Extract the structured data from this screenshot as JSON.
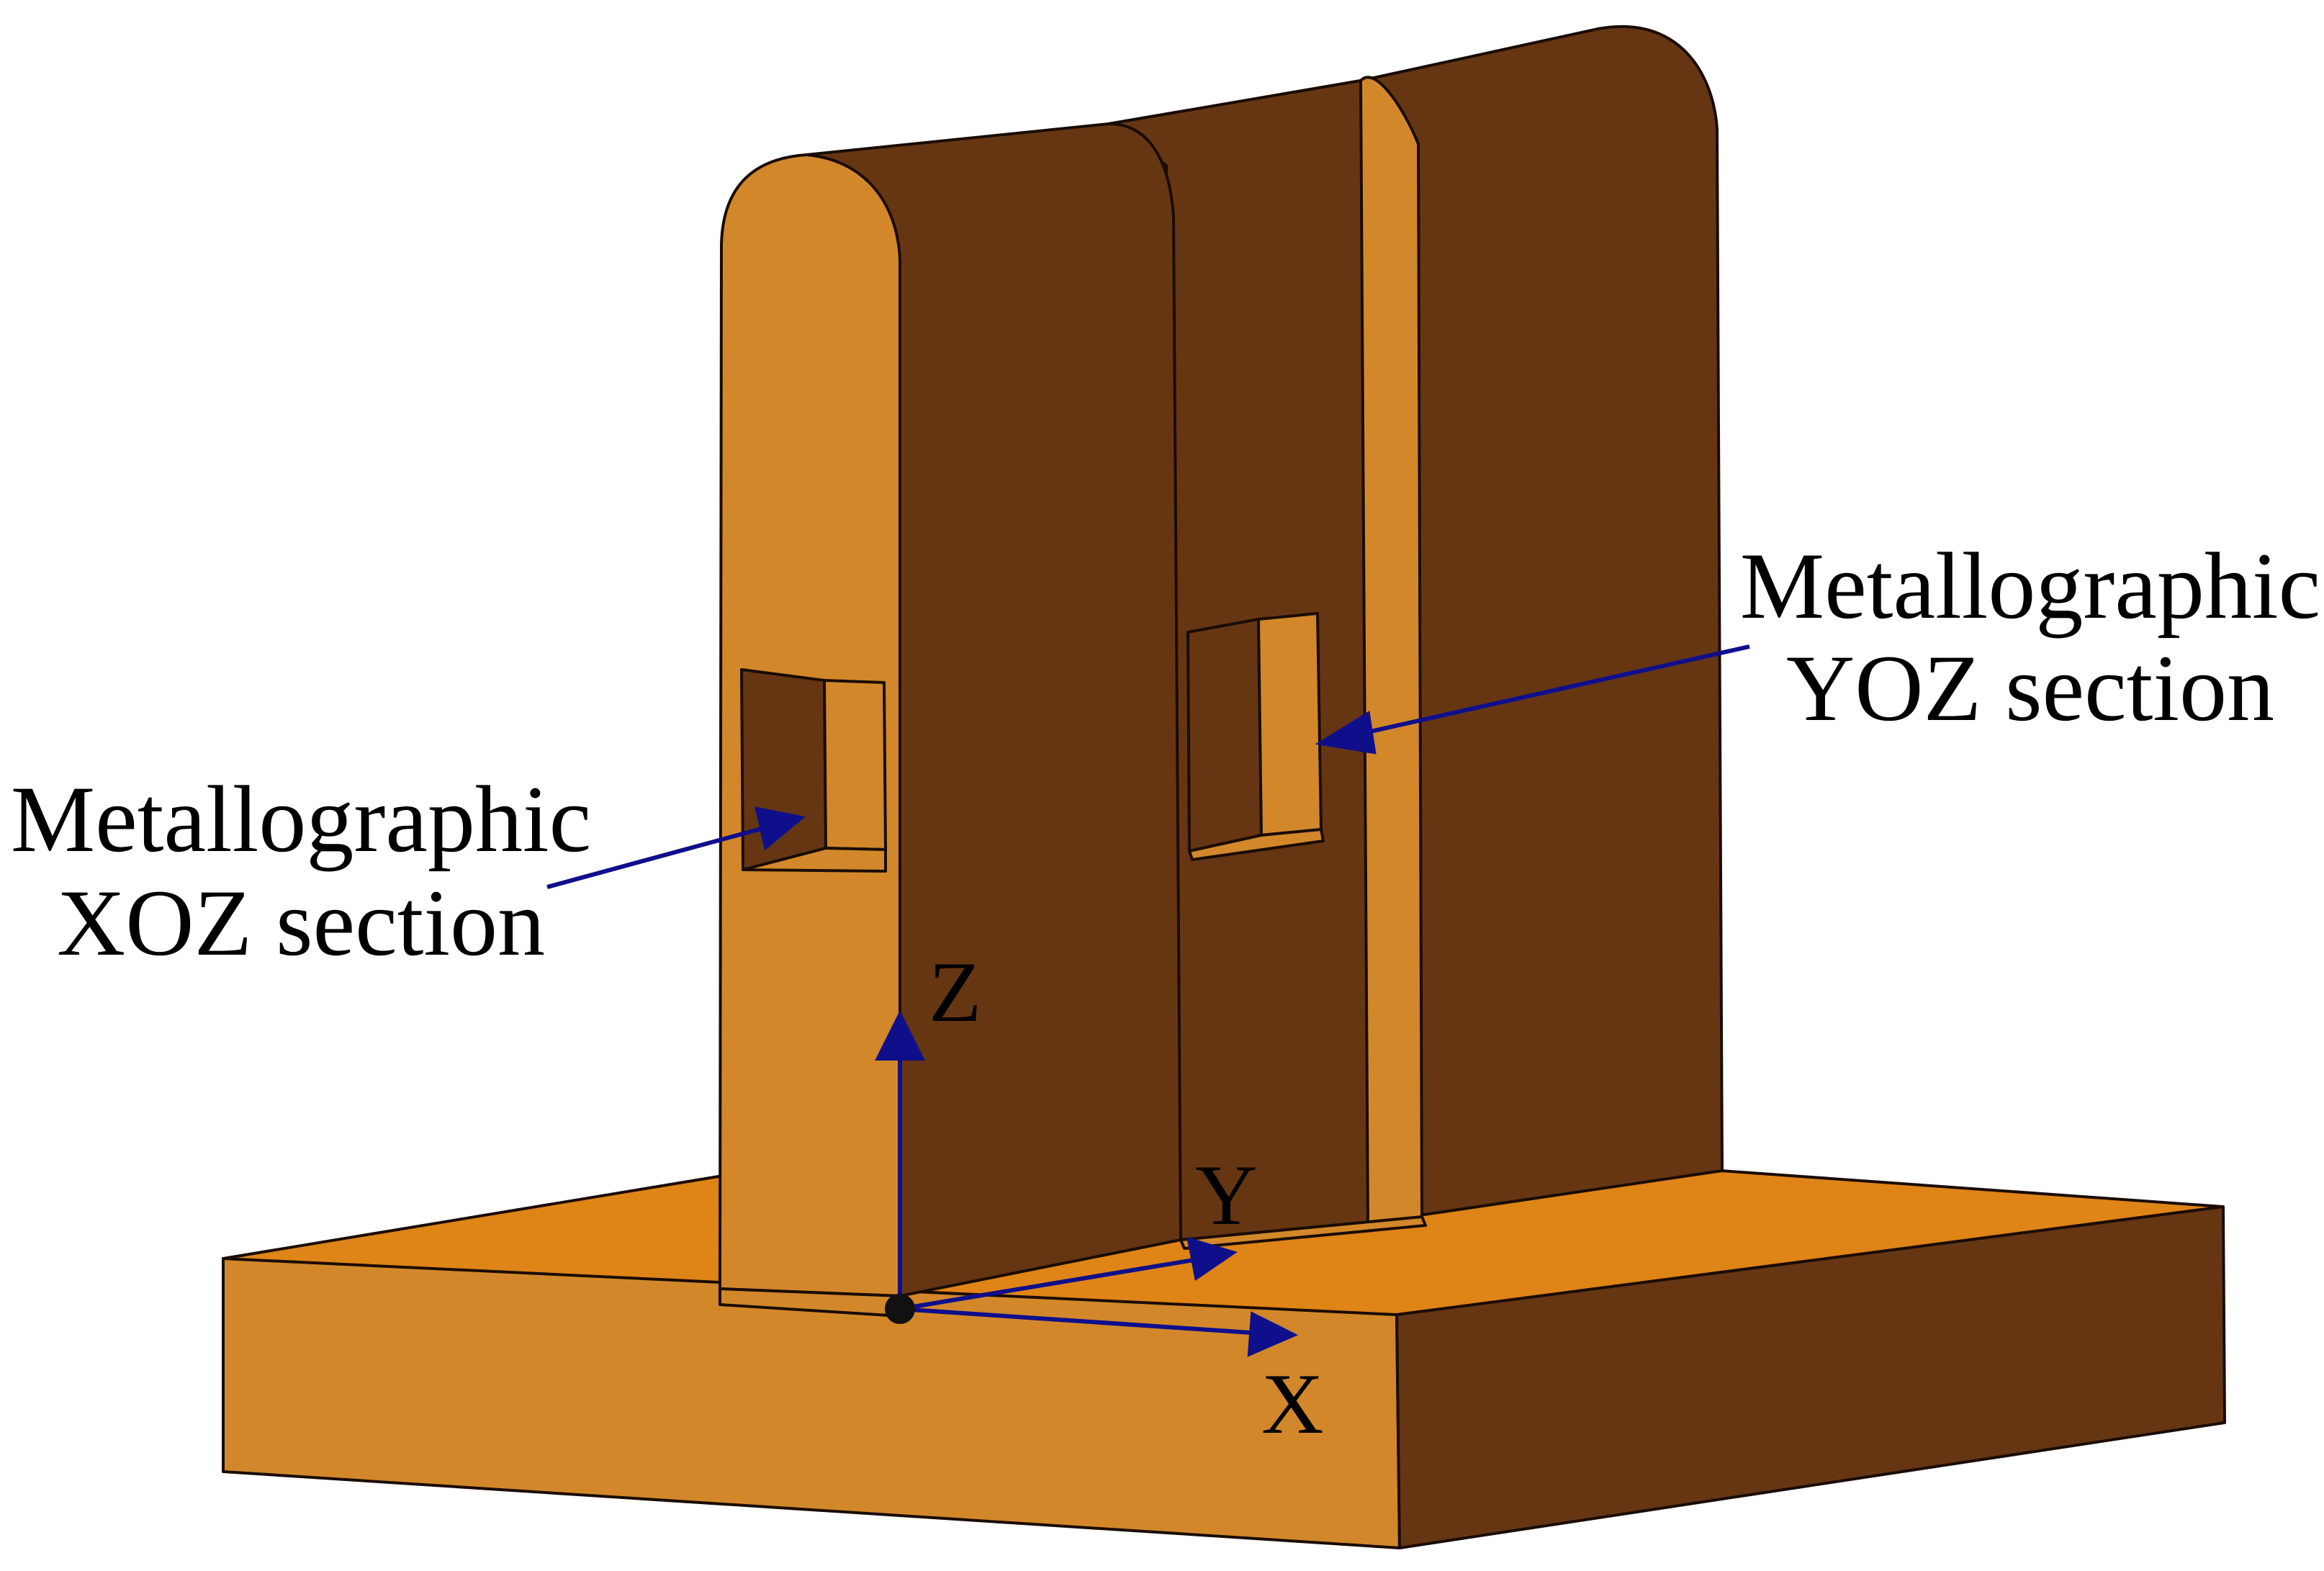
{
  "colors": {
    "light_face": "#d2882a",
    "base_top": "#df8416",
    "dark_face": "#663613",
    "edge": "#1a0c04",
    "axis": "#0f0f8c",
    "origin": "#111111",
    "background": "#ffffff"
  },
  "labels": {
    "yoz_line1": "Metallographic",
    "yoz_line2": "YOZ section",
    "xoz_line1": "Metallographic",
    "xoz_line2": "XOZ section"
  },
  "axes": {
    "z": "Z",
    "y": "Y",
    "x": "X"
  }
}
